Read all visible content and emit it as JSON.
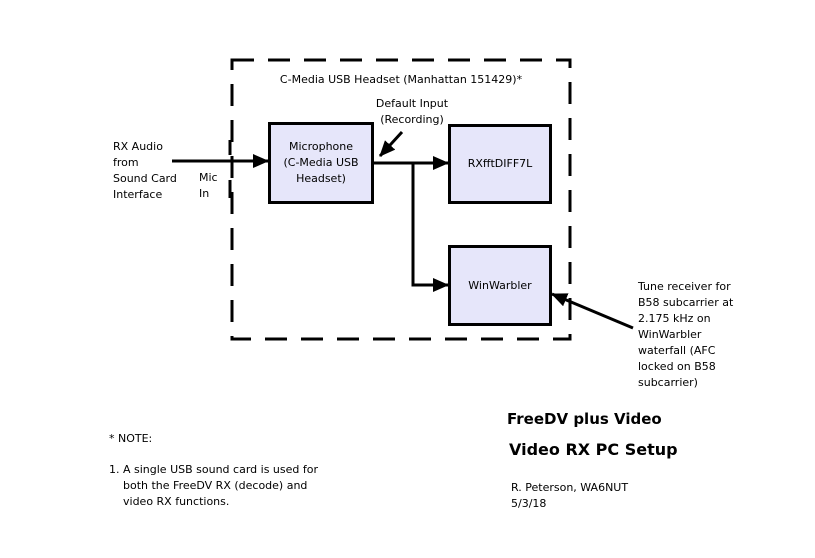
{
  "diagram": {
    "container_label": "C-Media USB Headset (Manhattan 151429)*",
    "input_source": [
      "RX Audio",
      "from",
      "Sound Card",
      "Interface"
    ],
    "mic_in": [
      "Mic",
      "In"
    ],
    "default_input": [
      "Default Input",
      "(Recording)"
    ],
    "blocks": {
      "microphone": [
        "Microphone",
        "(C-Media USB",
        "Headset)"
      ],
      "rxfft": "RXfftDIFF7L",
      "winwarbler": "WinWarbler"
    },
    "tune_note": [
      "Tune receiver for",
      "B58 subcarrier at",
      "2.175 kHz on",
      "WinWarbler",
      "waterfall (AFC",
      "locked on B58",
      "subcarrier)"
    ]
  },
  "notes": {
    "heading": "* NOTE:",
    "items": [
      "1. A single USB sound card is used for",
      "both the FreeDV RX (decode) and",
      "video RX functions."
    ]
  },
  "title_block": {
    "title1": "FreeDV plus Video",
    "title2": "Video RX PC Setup",
    "author": "R. Peterson, WA6NUT",
    "date": "5/3/18"
  }
}
